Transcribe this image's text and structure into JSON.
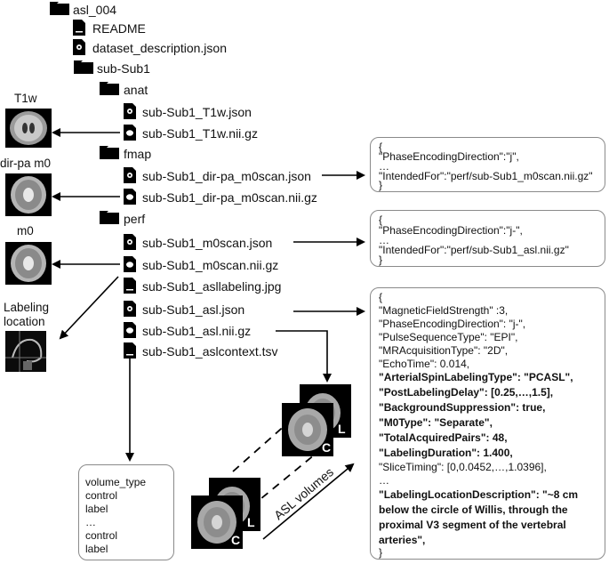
{
  "tree": {
    "root": "asl_004",
    "readme": "README",
    "dataset_description": "dataset_description.json",
    "subject": "sub-Sub1",
    "anat": "anat",
    "t1w_json": "sub-Sub1_T1w.json",
    "t1w_nii": "sub-Sub1_T1w.nii.gz",
    "fmap": "fmap",
    "dirpa_json": "sub-Sub1_dir-pa_m0scan.json",
    "dirpa_nii": "sub-Sub1_dir-pa_m0scan.nii.gz",
    "perf": "perf",
    "m0_json": "sub-Sub1_m0scan.json",
    "m0_nii": "sub-Sub1_m0scan.nii.gz",
    "labeling_jpg": "sub-Sub1_asllabeling.jpg",
    "asl_json": "sub-Sub1_asl.json",
    "asl_nii": "sub-Sub1_asl.nii.gz",
    "aslcontext": "sub-Sub1_aslcontext.tsv"
  },
  "images": {
    "t1w": "T1w",
    "dirpa_m0": "dir-pa m0",
    "m0": "m0",
    "labeling_1": "Labeling",
    "labeling_2": "location"
  },
  "fmap_box": {
    "l1": "{",
    "l2": "\"PhaseEncodingDirection\":\"j\",",
    "l3": "…",
    "l4": "\"IntendedFor\":\"perf/sub-Sub1_m0scan.nii.gz\"",
    "l5": "}"
  },
  "m0_box": {
    "l1": "{",
    "l2": "\"PhaseEncodingDirection\":\"j-\",",
    "l3": "…",
    "l4": "\"IntendedFor\":\"perf/sub-Sub1_asl.nii.gz\"",
    "l5": "}"
  },
  "asl_box": {
    "l1": "{",
    "l2": "\"MagneticFieldStrength\" :3,",
    "l3": "\"PhaseEncodingDirection\": \"j-\",",
    "l4": "\"PulseSequenceType\": \"EPI\",",
    "l5": "\"MRAcquisitionType\": \"2D\",",
    "l6": "\"EchoTime\": 0.014,",
    "l7": "\"ArterialSpinLabelingType\": \"PCASL\",",
    "l8": "\"PostLabelingDelay\": [0.25,…,1.5],",
    "l9": "\"BackgroundSuppression\": true,",
    "l10": "\"M0Type\": \"Separate\",",
    "l11": "\"TotalAcquiredPairs\": 48,",
    "l12": "\"LabelingDuration\": 1.400,",
    "l13": "\"SliceTiming\": [0,0.0452,…,1.0396],",
    "l14": "…",
    "l15": "\"LabelingLocationDescription\": \"~8 cm",
    "l16": "below the circle of Willis, through the",
    "l17": "proximal V3 segment of the vertebral",
    "l18": "arteries\",",
    "l19": "}"
  },
  "context_box": [
    "volume_type",
    "control",
    "label",
    "…",
    "control",
    "label"
  ],
  "volumes": {
    "caption": "ASL volumes",
    "c": "C",
    "l": "L"
  }
}
